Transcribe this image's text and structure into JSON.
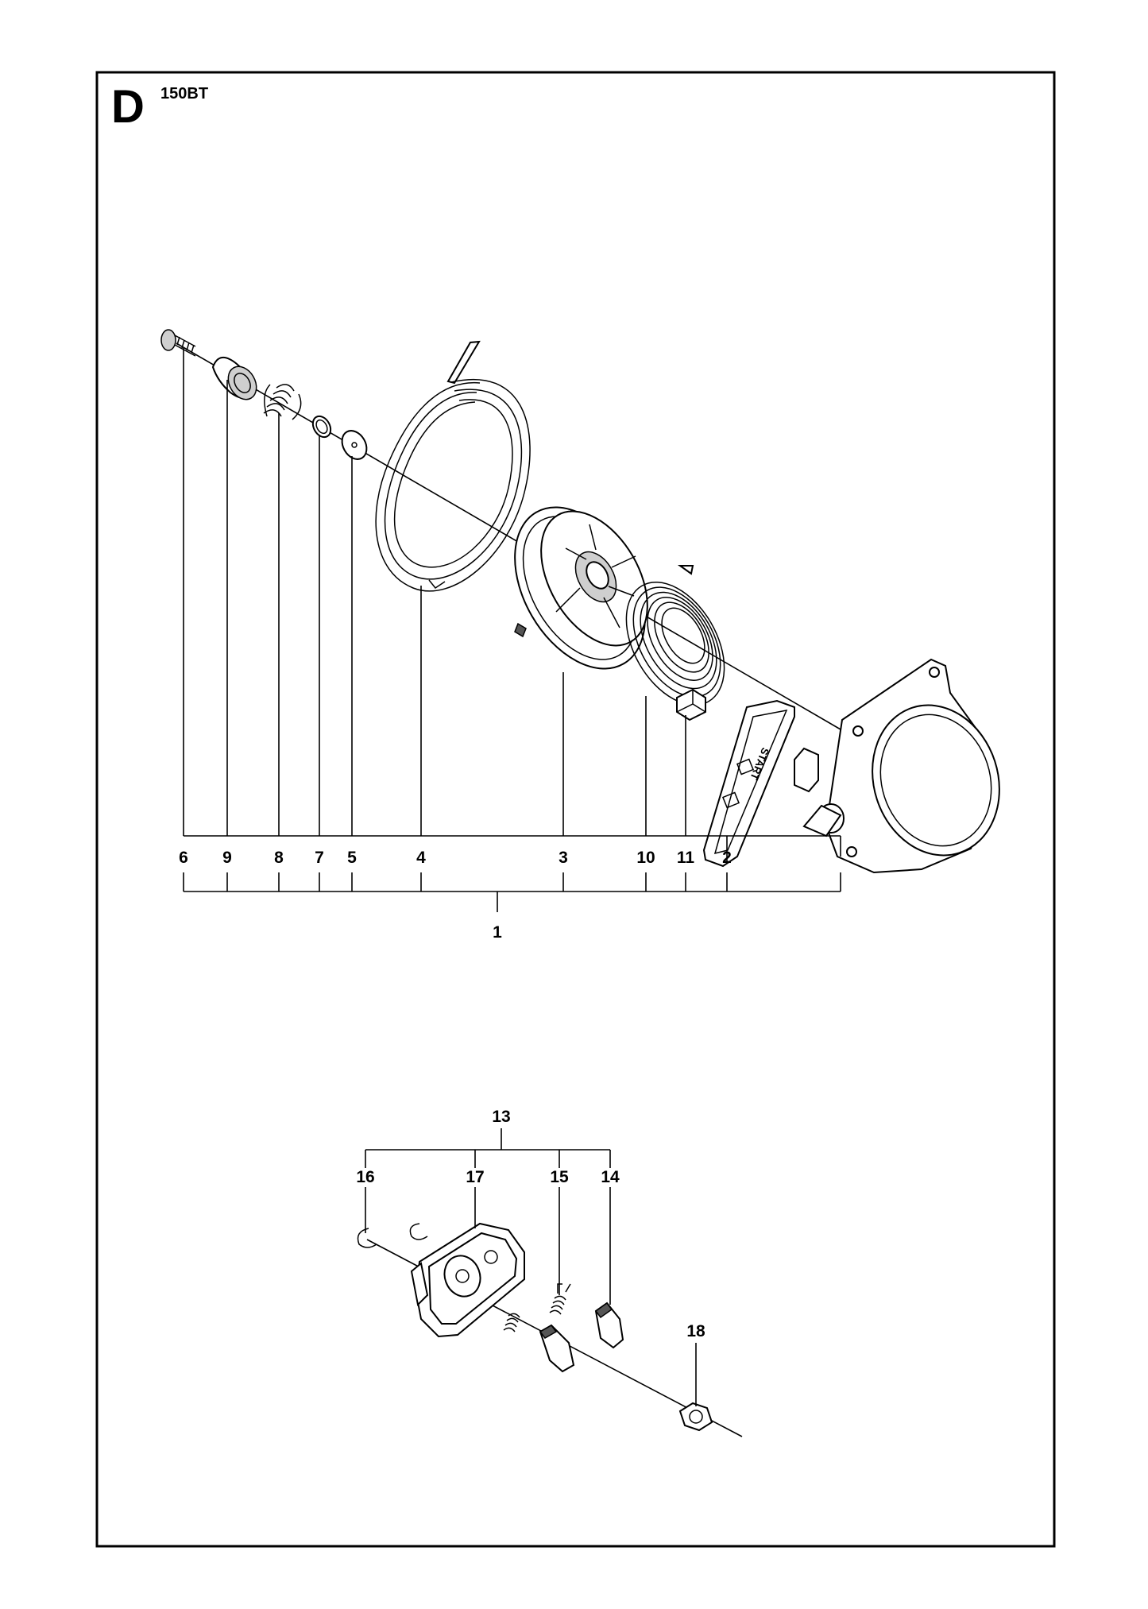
{
  "diagram": {
    "section_letter": "D",
    "model": "150BT",
    "assembly_1": {
      "callouts": [
        "6",
        "9",
        "8",
        "7",
        "5",
        "4",
        "3",
        "10",
        "11",
        "2"
      ],
      "group_label": "1",
      "handle_text": "START"
    },
    "assembly_2": {
      "group_label": "13",
      "callouts": [
        "16",
        "17",
        "15",
        "14"
      ],
      "separate_part": "18"
    }
  }
}
